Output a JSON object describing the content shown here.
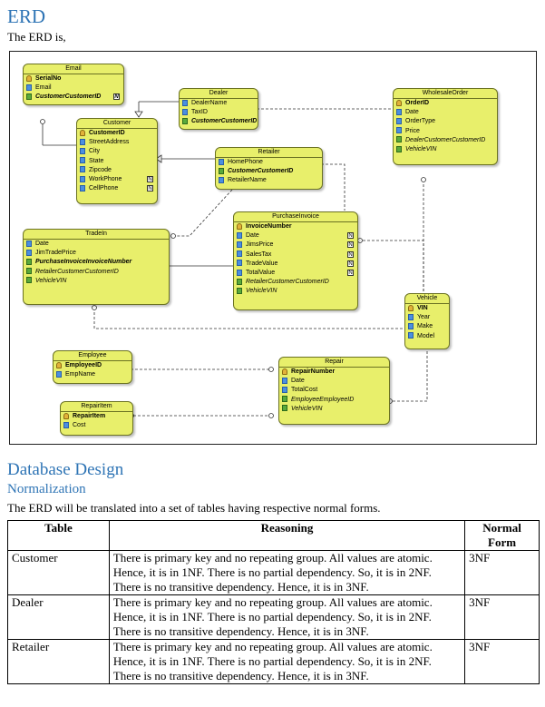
{
  "heading": "ERD",
  "intro": "The ERD is,",
  "erd": {
    "entities": {
      "email": {
        "title": "Email",
        "attrs": [
          "SerialNo",
          "Email",
          "CustomerCustomerID"
        ]
      },
      "customer": {
        "title": "Customer",
        "attrs": [
          "CustomerID",
          "StreetAddress",
          "City",
          "State",
          "Zipcode",
          "WorkPhone",
          "CellPhone"
        ]
      },
      "dealer": {
        "title": "Dealer",
        "attrs": [
          "DealerName",
          "TaxID",
          "CustomerCustomerID"
        ]
      },
      "wholesale": {
        "title": "WholesaleOrder",
        "attrs": [
          "OrderID",
          "Date",
          "OrderType",
          "Price",
          "DealerCustomerCustomerID",
          "VehicleVIN"
        ]
      },
      "retailer": {
        "title": "Retailer",
        "attrs": [
          "HomePhone",
          "CustomerCustomerID",
          "RetailerName"
        ]
      },
      "tradein": {
        "title": "TradeIn",
        "attrs": [
          "Date",
          "JimTradePrice",
          "PurchaseInvoiceInvoiceNumber",
          "RetailerCustomerCustomerID",
          "VehicleVIN"
        ]
      },
      "invoice": {
        "title": "PurchaseInvoice",
        "attrs": [
          "InvoiceNumber",
          "Date",
          "JimsPrice",
          "SalesTax",
          "TradeValue",
          "TotalValue",
          "RetailerCustomerCustomerID",
          "VehicleVIN"
        ]
      },
      "vehicle": {
        "title": "Vehicle",
        "attrs": [
          "VIN",
          "Year",
          "Make",
          "Model"
        ]
      },
      "employee": {
        "title": "Employee",
        "attrs": [
          "EmployeeID",
          "EmpName"
        ]
      },
      "repair": {
        "title": "Repair",
        "attrs": [
          "RepairNumber",
          "Date",
          "TotalCost",
          "EmployeeEmployeeID",
          "VehicleVIN"
        ]
      },
      "repairitem": {
        "title": "RepairItem",
        "attrs": [
          "RepairItem",
          "Cost"
        ]
      }
    },
    "null_mark": "N"
  },
  "section_title": "Database Design",
  "subsection_title": "Normalization",
  "paragraph": "The ERD will be translated into a set of tables having respective normal forms.",
  "table": {
    "headers": [
      "Table",
      "Reasoning",
      "Normal Form"
    ],
    "rows": [
      {
        "table": "Customer",
        "reasoning": "There is primary key and no repeating group. All values are atomic. Hence, it is in 1NF. There is no partial dependency. So, it is in 2NF. There is no transitive dependency. Hence, it is in 3NF.",
        "form": "3NF"
      },
      {
        "table": "Dealer",
        "reasoning": "There is primary key and no repeating group. All values are atomic. Hence, it is in 1NF. There is no partial dependency. So, it is in 2NF. There is no transitive dependency. Hence, it is in 3NF.",
        "form": "3NF"
      },
      {
        "table": "Retailer",
        "reasoning": "There is primary key and no repeating group. All values are atomic. Hence, it is in 1NF. There is no partial dependency. So, it is in 2NF. There is no transitive dependency. Hence, it is in 3NF.",
        "form": "3NF"
      }
    ]
  }
}
